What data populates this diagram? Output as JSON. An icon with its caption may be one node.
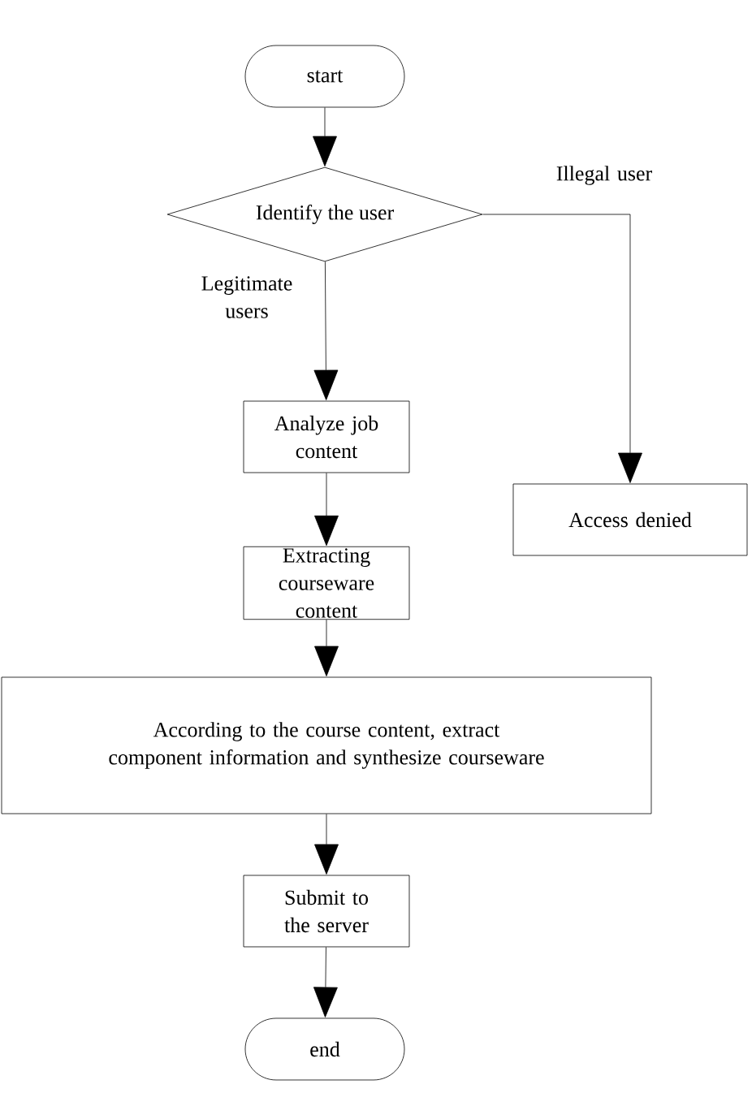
{
  "diagram": {
    "nodes": [
      {
        "text": [
          "start"
        ]
      },
      {
        "text": [
          "Identify the user"
        ]
      },
      {
        "text": [
          "Analyze job content"
        ]
      },
      {
        "text": [
          "Access denied"
        ]
      },
      {
        "text": [
          "Extracting courseware content"
        ]
      },
      {
        "text": [
          "According to the course content, extract component information and synthesize courseware"
        ]
      },
      {
        "text": [
          "Submit to the server"
        ]
      },
      {
        "text": [
          "end"
        ]
      }
    ],
    "edges": [
      {
        "from": 0,
        "to": 1,
        "arrow": "to"
      },
      {
        "from": 1,
        "to": 2,
        "arrow": "to",
        "label": "Legitimate users"
      },
      {
        "from": 1,
        "to": 3,
        "arrow": "to",
        "label": "Illegal user"
      },
      {
        "from": 2,
        "to": 4,
        "arrow": "to"
      },
      {
        "from": 4,
        "to": 5,
        "arrow": "to"
      },
      {
        "from": 5,
        "to": 6,
        "arrow": "to"
      },
      {
        "from": 6,
        "to": 7,
        "arrow": "to"
      }
    ]
  }
}
